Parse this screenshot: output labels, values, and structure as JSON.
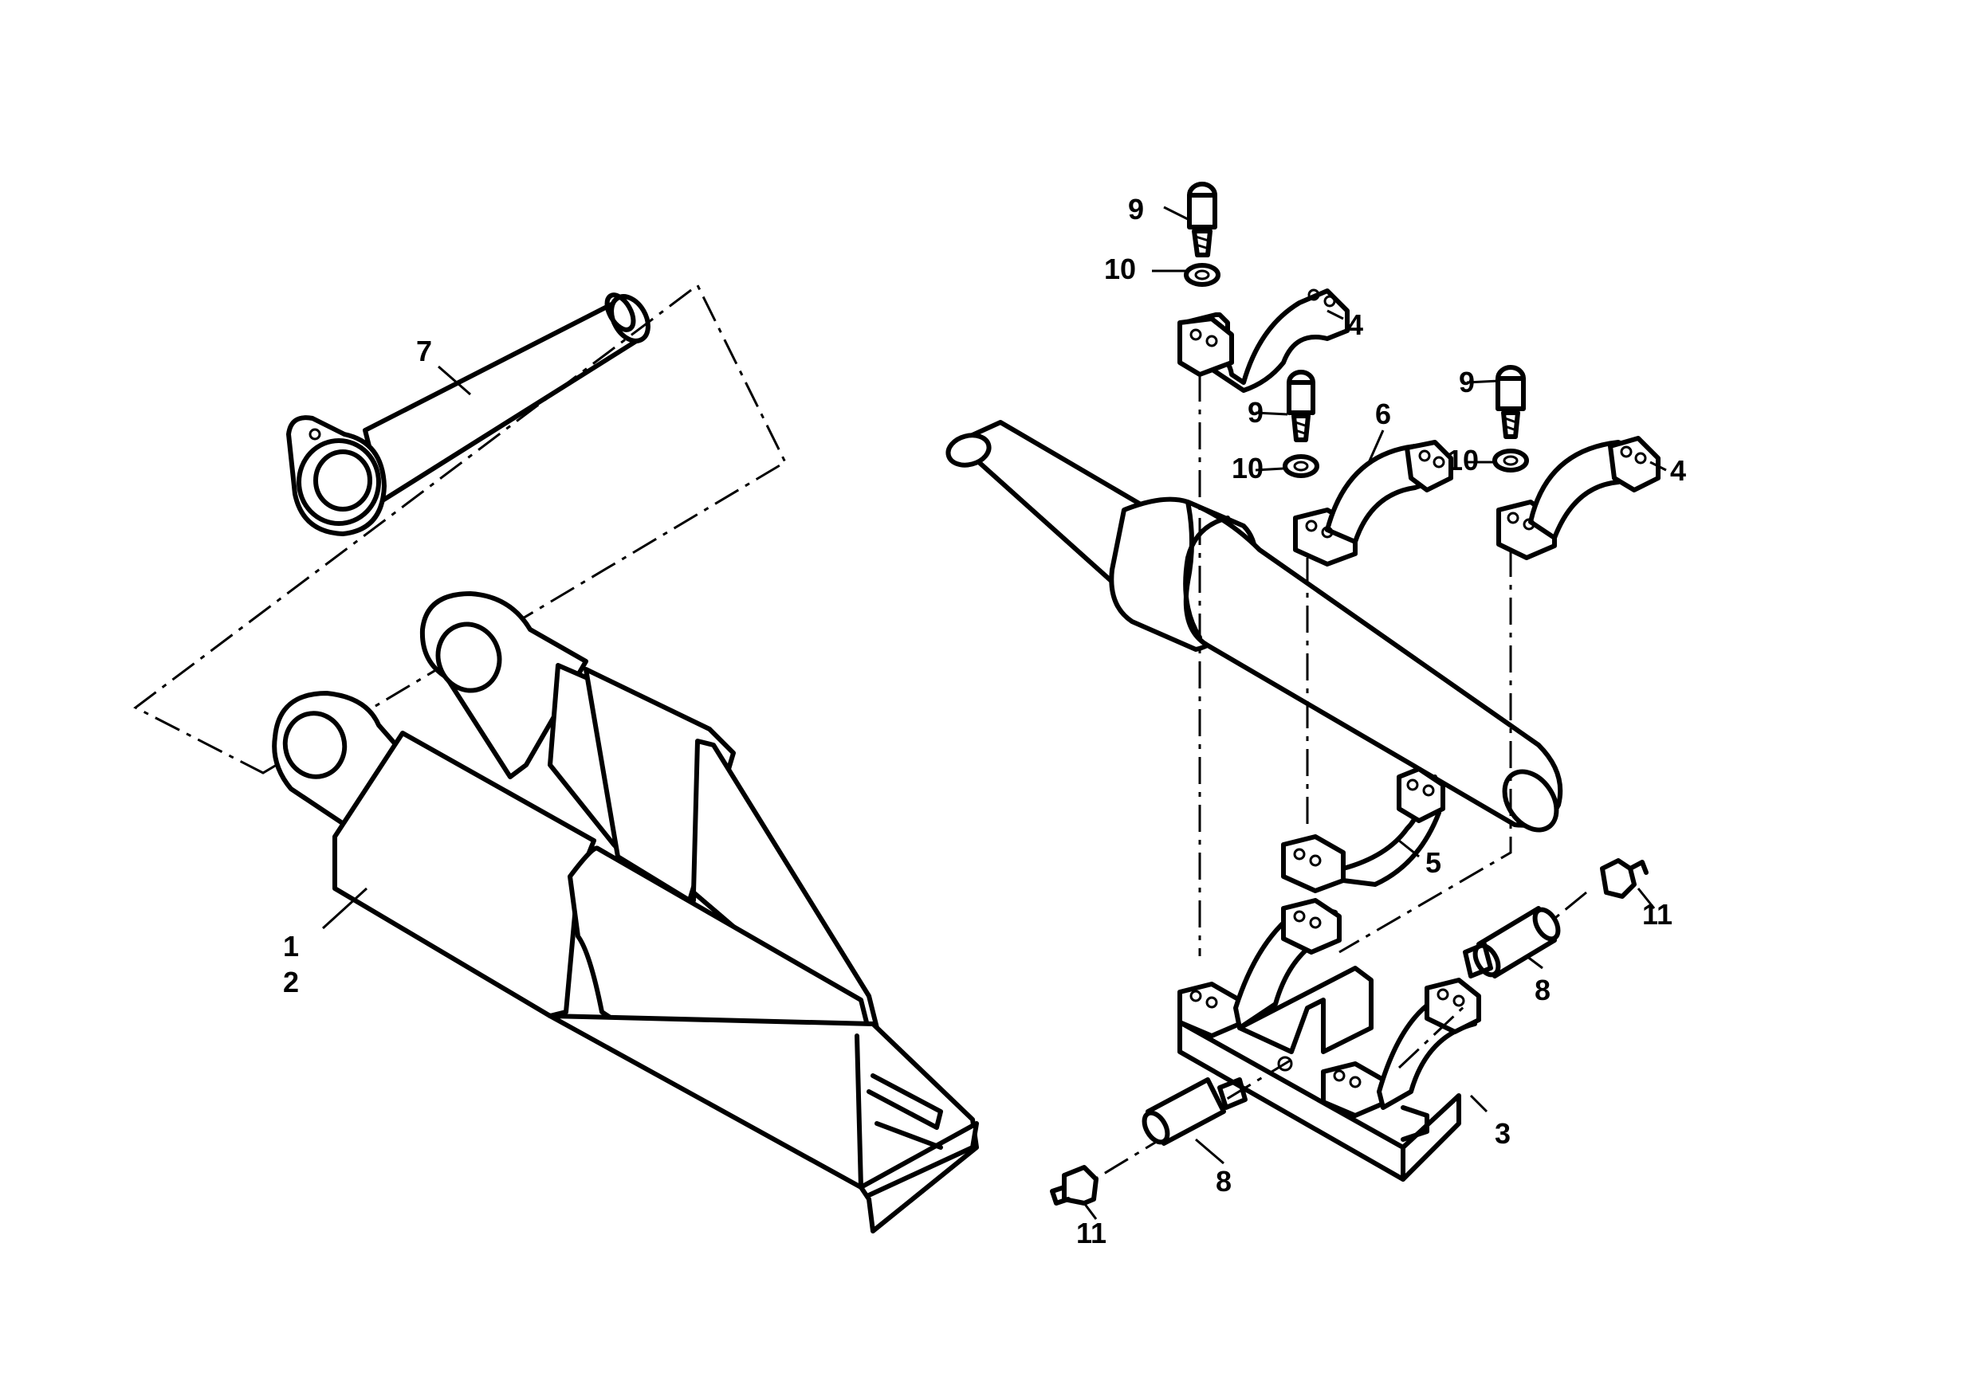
{
  "callouts": {
    "c1": "1",
    "c2": "2",
    "c3": "3",
    "c4a": "4",
    "c4b": "4",
    "c5": "5",
    "c6": "6",
    "c7": "7",
    "c8a": "8",
    "c8b": "8",
    "c9a": "9",
    "c9b": "9",
    "c9c": "9",
    "c10a": "10",
    "c10b": "10",
    "c10c": "10",
    "c11a": "11",
    "c11b": "11"
  }
}
